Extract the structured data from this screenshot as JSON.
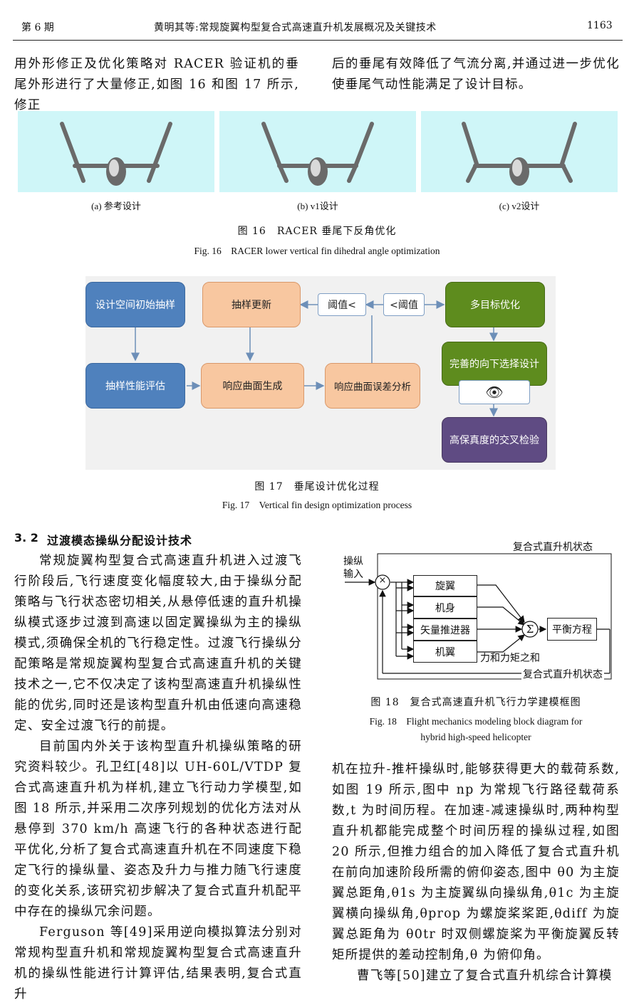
{
  "header": {
    "issue": "第 6 期",
    "title": "黄明其等:常规旋翼构型复合式高速直升机发展概况及关键技术",
    "page": "1163"
  },
  "top_left_text": "用外形修正及优化策略对 RACER 验证机的垂尾外形进行了大量修正,如图 16 和图 17 所示,修正",
  "top_right_text": "后的垂尾有效降低了气流分离,并通过进一步优化使垂尾气动性能满足了设计目标。",
  "fig16": {
    "panels": [
      "(a) 参考设计",
      "(b) v1设计",
      "(c) v2设计"
    ],
    "caption_cn": "图 16　RACER 垂尾下反角优化",
    "caption_en": "Fig. 16　RACER lower vertical fin dihedral angle optimization"
  },
  "fig17": {
    "boxes": {
      "init": "设计空间初始抽样",
      "update": "抽样更新",
      "thr_lt": "阈值<",
      "lt_thr": "<阈值",
      "moo": "多目标优化",
      "eval": "抽样性能评估",
      "resp": "响应曲面生成",
      "err": "响应曲面误差分析",
      "down": "完善的向下选择设计",
      "eye": "👁",
      "cross": "高保真度的交叉检验"
    },
    "caption_cn": "图 17　垂尾设计优化过程",
    "caption_en": "Fig. 17　Vertical fin design optimization process"
  },
  "section": {
    "number": "3. 2",
    "title": "过渡模态操纵分配设计技术"
  },
  "left_paragraphs": [
    "常规旋翼构型复合式高速直升机进入过渡飞行阶段后,飞行速度变化幅度较大,由于操纵分配策略与飞行状态密切相关,从悬停低速的直升机操纵模式逐步过渡到高速以固定翼操纵为主的操纵模式,须确保全机的飞行稳定性。过渡飞行操纵分配策略是常规旋翼构型复合式高速直升机的关键技术之一,它不仅决定了该构型高速直升机操纵性能的优劣,同时还是该构型直升机由低速向高速稳定、安全过渡飞行的前提。",
    "目前国内外关于该构型直升机操纵策略的研究资料较少。孔卫红[48]以 UH-60L/VTDP 复合式高速直升机为样机,建立飞行动力学模型,如图 18 所示,并采用二次序列规划的优化方法对从悬停到 370 km/h 高速飞行的各种状态进行配平优化,分析了复合式高速直升机在不同速度下稳定飞行的操纵量、姿态及升力与推力随飞行速度的变化关系,该研究初步解决了复合式直升机配平中存在的操纵冗余问题。",
    "Ferguson 等[49]采用逆向模拟算法分别对常规构型直升机和常规旋翼构型复合式高速直升机的操纵性能进行计算评估,结果表明,复合式直升"
  ],
  "fig18": {
    "state_top": "复合式直升机状态",
    "input": "操纵输入",
    "blocks": [
      "旋翼",
      "机身",
      "矢量推进器",
      "机翼"
    ],
    "sum": "Σ",
    "mult": "×",
    "balance": "平衡方程",
    "force": "力和力矩之和",
    "state_bottom": "复合式直升机状态",
    "caption_cn": "图 18　复合式高速直升机飞行力学建模框图",
    "caption_en1": "Fig. 18　Flight mechanics modeling block diagram for",
    "caption_en2": "hybrid high-speed helicopter"
  },
  "right_paragraphs": [
    "机在拉升-推杆操纵时,能够获得更大的载荷系数,如图 19 所示,图中 np 为常规飞行路径载荷系数,t 为时间历程。在加速-减速操纵时,两种构型直升机都能完成整个时间历程的操纵过程,如图 20 所示,但推力组合的加入降低了复合式直升机在前向加速阶段所需的俯仰姿态,图中 θ0 为主旋翼总距角,θ1s 为主旋翼纵向操纵角,θ1c 为主旋翼横向操纵角,θprop 为螺旋桨桨距,θdiff 为旋翼总距角为 θ0tr 时双侧螺旋桨为平衡旋翼反转矩所提供的差动控制角,θ 为俯仰角。",
    "曹飞等[50]建立了复合式直升机综合计算模"
  ]
}
